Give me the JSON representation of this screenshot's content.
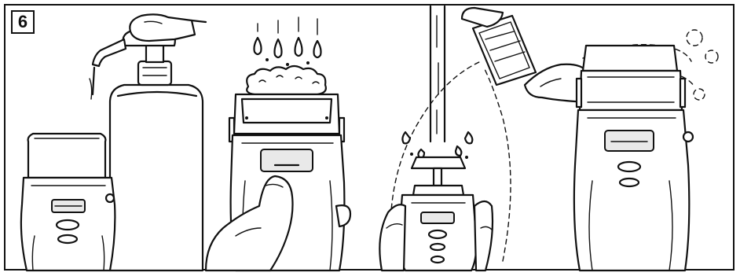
{
  "step": {
    "number": "6"
  },
  "panels": [
    {
      "id": "apply-soap",
      "icon": "soap-dispenser-icon"
    },
    {
      "id": "lather-and-rinse",
      "icon": "water-drops-icon"
    },
    {
      "id": "remove-and-rinse-foil",
      "icon": "running-water-icon"
    },
    {
      "id": "reattach-foil",
      "icon": "shaver-icon"
    }
  ]
}
